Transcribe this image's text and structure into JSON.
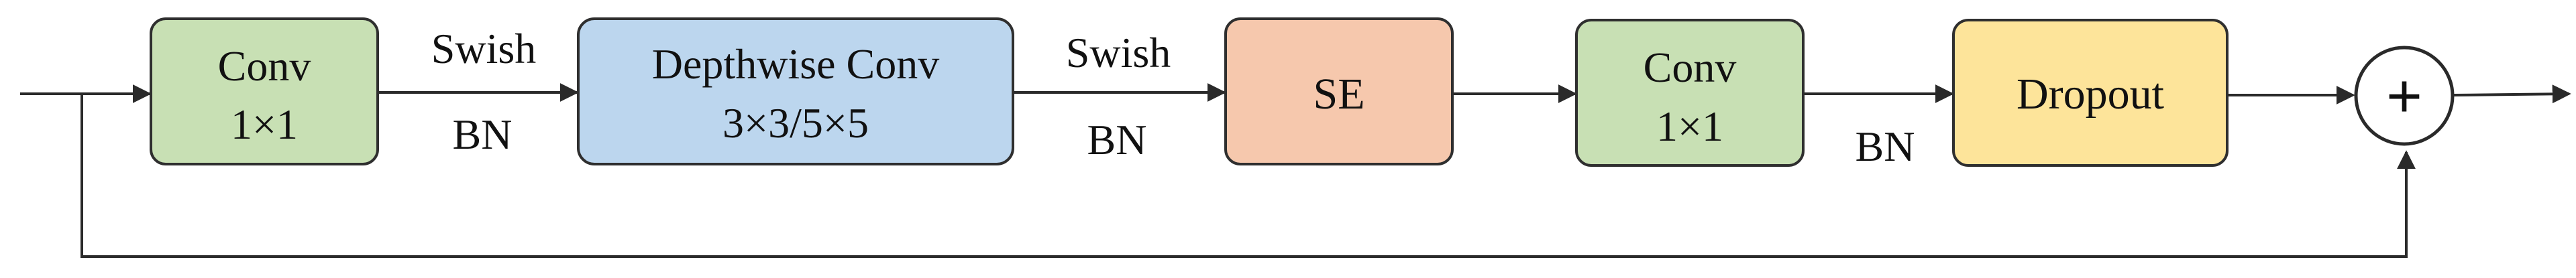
{
  "blocks": {
    "conv1": {
      "line1": "Conv",
      "line2": "1×1",
      "color": "#c8e0b4"
    },
    "depthwise": {
      "line1": "Depthwise Conv",
      "line2": "3×3/5×5",
      "color": "#bcd6ee"
    },
    "se": {
      "line1": "SE",
      "color": "#f6c8ad"
    },
    "conv2": {
      "line1": "Conv",
      "line2": "1×1",
      "color": "#c8e0b4"
    },
    "dropout": {
      "line1": "Dropout",
      "color": "#fde49a"
    }
  },
  "edges": {
    "after_conv1": {
      "top": "Swish",
      "bottom": "BN"
    },
    "after_depthwise": {
      "top": "Swish",
      "bottom": "BN"
    },
    "after_conv2": {
      "bottom": "BN"
    }
  },
  "sum": {
    "symbol": "+"
  }
}
